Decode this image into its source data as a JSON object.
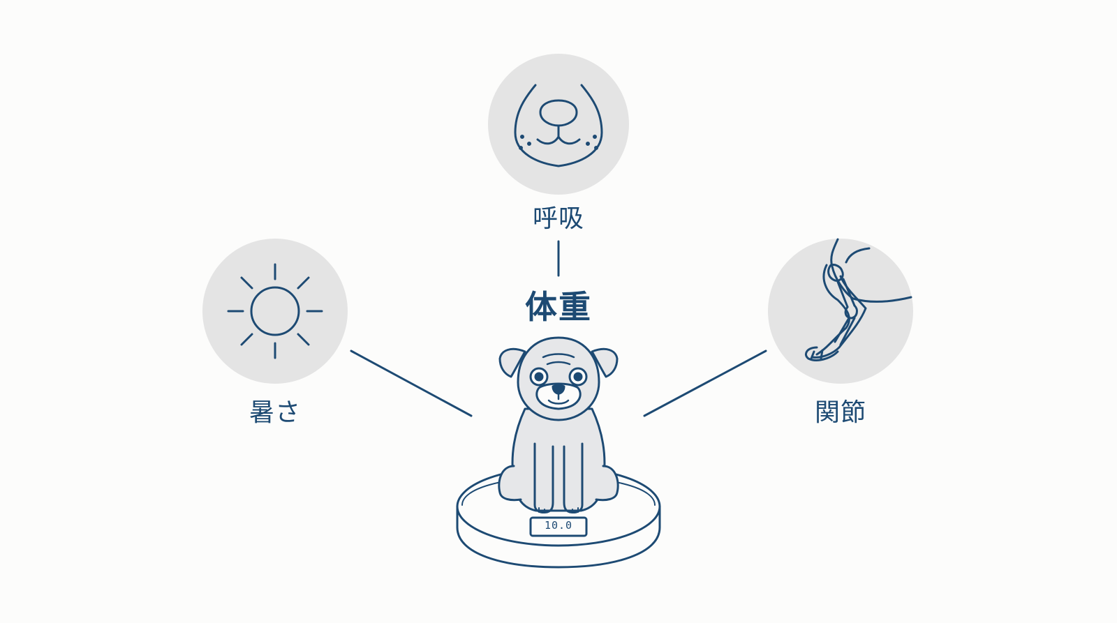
{
  "colors": {
    "stroke": "#1d4a73",
    "circle_fill": "#e4e4e4",
    "pug_fill": "#e6e7e9",
    "background": "#fcfcfb"
  },
  "center": {
    "label": "体重",
    "scale_reading": "10.0"
  },
  "nodes": [
    {
      "key": "breathing",
      "label": "呼吸",
      "icon": "dog-nose-icon"
    },
    {
      "key": "heat",
      "label": "暑さ",
      "icon": "sun-icon"
    },
    {
      "key": "joints",
      "label": "関節",
      "icon": "leg-joint-icon"
    }
  ],
  "central_figure": {
    "icon": "pug-on-scale-icon"
  }
}
